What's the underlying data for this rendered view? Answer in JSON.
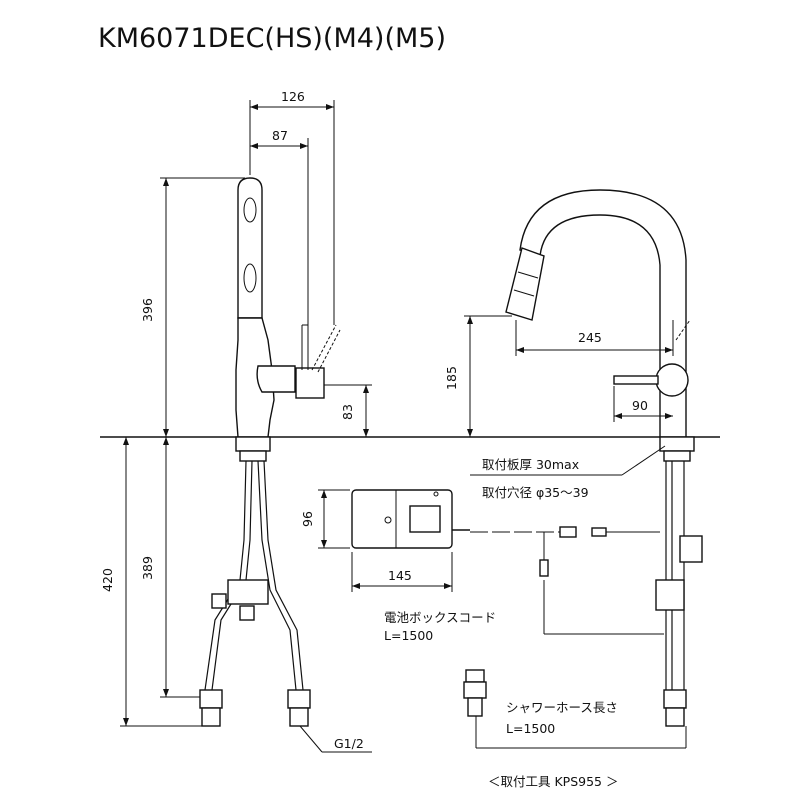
{
  "title": "KM6071DEC(HS)(M4)(M5)",
  "dimensions": {
    "top_width_outer": "126",
    "top_width_inner": "87",
    "height_total": "396",
    "lever_height": "83",
    "below_deck_total": "420",
    "below_deck_hose": "389",
    "spout_height": "185",
    "spout_reach": "245",
    "lever_offset": "90",
    "battery_height": "96",
    "battery_width": "145"
  },
  "notes": {
    "mount_thickness": "取付板厚 30max",
    "mount_hole": "取付穴径 φ35～39",
    "battery_cord": "電池ボックスコード",
    "battery_cord_length": "L=1500",
    "shower_hose": "シャワーホース長さ",
    "shower_hose_length": "L=1500",
    "thread": "G1/2",
    "tool": "＜取付工具 KPS955 ＞"
  }
}
